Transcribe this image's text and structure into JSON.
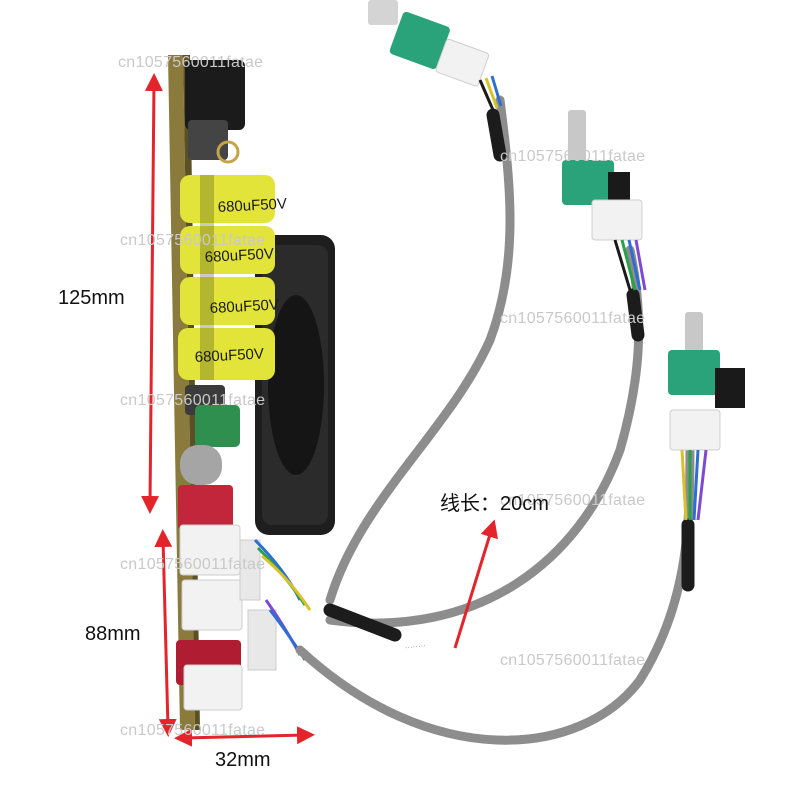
{
  "dimensions": {
    "height": "125mm",
    "length": "88mm",
    "width": "32mm",
    "cable_length": "线长：20cm"
  },
  "capacitor_rating": "680uF50V",
  "watermark": "cn1057560011fatae",
  "colors": {
    "arrow": "#e3242b",
    "pcb_board": "#8a7a3c",
    "capacitor_sleeve": "#e2e43a",
    "cable_grey": "#8d8d8d",
    "heat_shrink": "#1c1c1c",
    "pot_body": "#2aa37a",
    "heatsink": "#1e1e1e"
  }
}
